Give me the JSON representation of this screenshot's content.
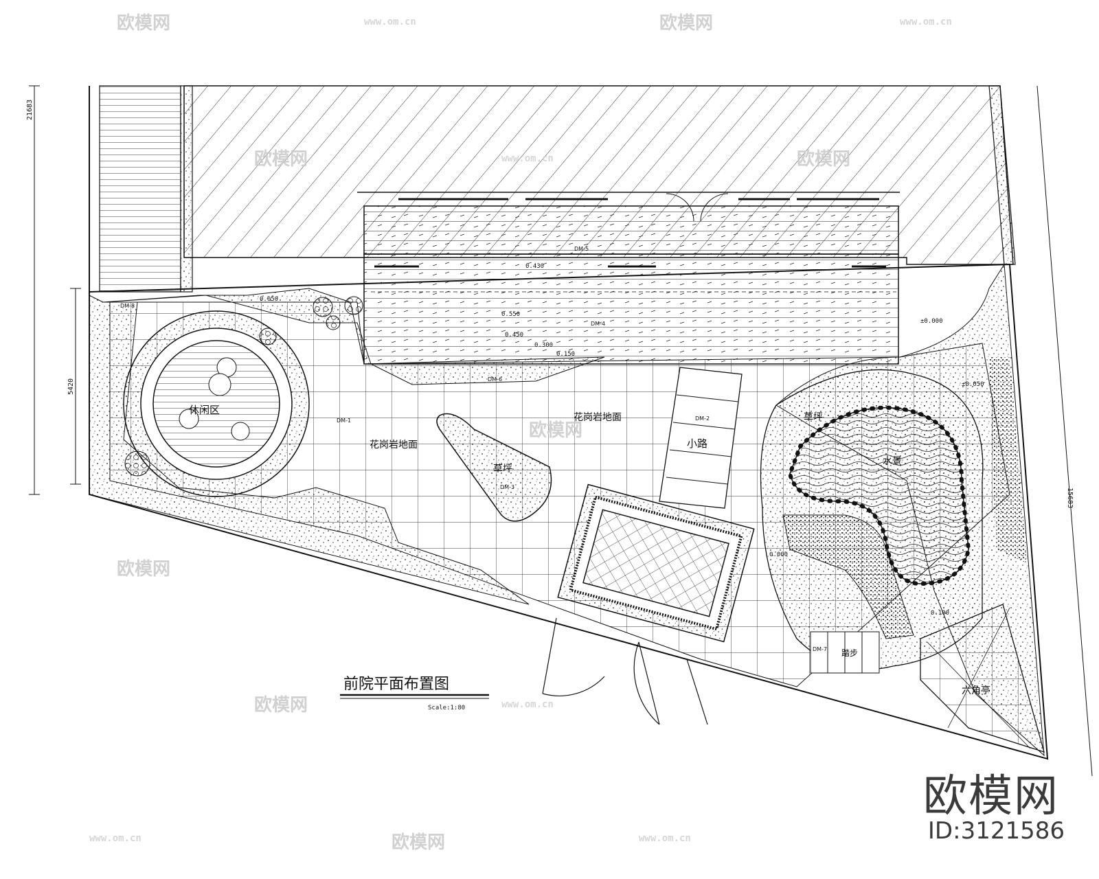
{
  "drawing": {
    "title": "前院平面布置图",
    "scale": "Scale:1:80"
  },
  "zone_labels": {
    "leisure": "休闲区",
    "granite_1": "花岗岩地面",
    "granite_2": "花岗岩地面",
    "lawn_1": "草坪",
    "lawn_2": "草坪",
    "path": "小路",
    "water": "水景",
    "pavilion": "六角亭",
    "steps": "踏步"
  },
  "dimensions": {
    "top_left": "21683",
    "left": "5420",
    "right": "15683"
  },
  "tags": {
    "dm1": "DM-1",
    "dm2": "DM-2",
    "dm3": "DM-3",
    "dm4": "DM-4",
    "dm5": "DM-5",
    "dm6": "DM-6",
    "dm7": "DM-7",
    "dm8": "DM-8"
  },
  "elevations": {
    "e1": "0.050",
    "e2": "0.430",
    "e3": "0.550",
    "e4": "0.450",
    "e5": "0.300",
    "e6": "0.150",
    "e7": "±0.000",
    "e8": "±0.050",
    "e9": "0.100",
    "e10": "0.000"
  },
  "watermark": {
    "brand": "欧模网",
    "url": "www.om.cn",
    "id": "ID:3121586"
  }
}
